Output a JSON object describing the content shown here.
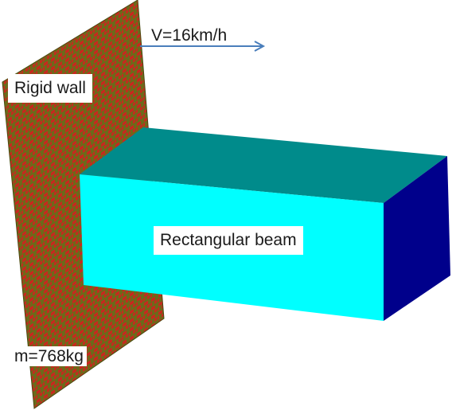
{
  "labels": {
    "wall": "Rigid wall",
    "beam": "Rectangular beam",
    "velocity": "V=16km/h",
    "mass": "m=768kg"
  },
  "colors": {
    "wall_base": "#6b6b1a",
    "wall_brick": "#c8281e",
    "beam_front": "#00ffff",
    "beam_top": "#008b8b",
    "beam_side": "#00008b",
    "arrow": "#4a7ebb"
  },
  "icons": {
    "velocity_arrow": "right-arrow-icon"
  }
}
